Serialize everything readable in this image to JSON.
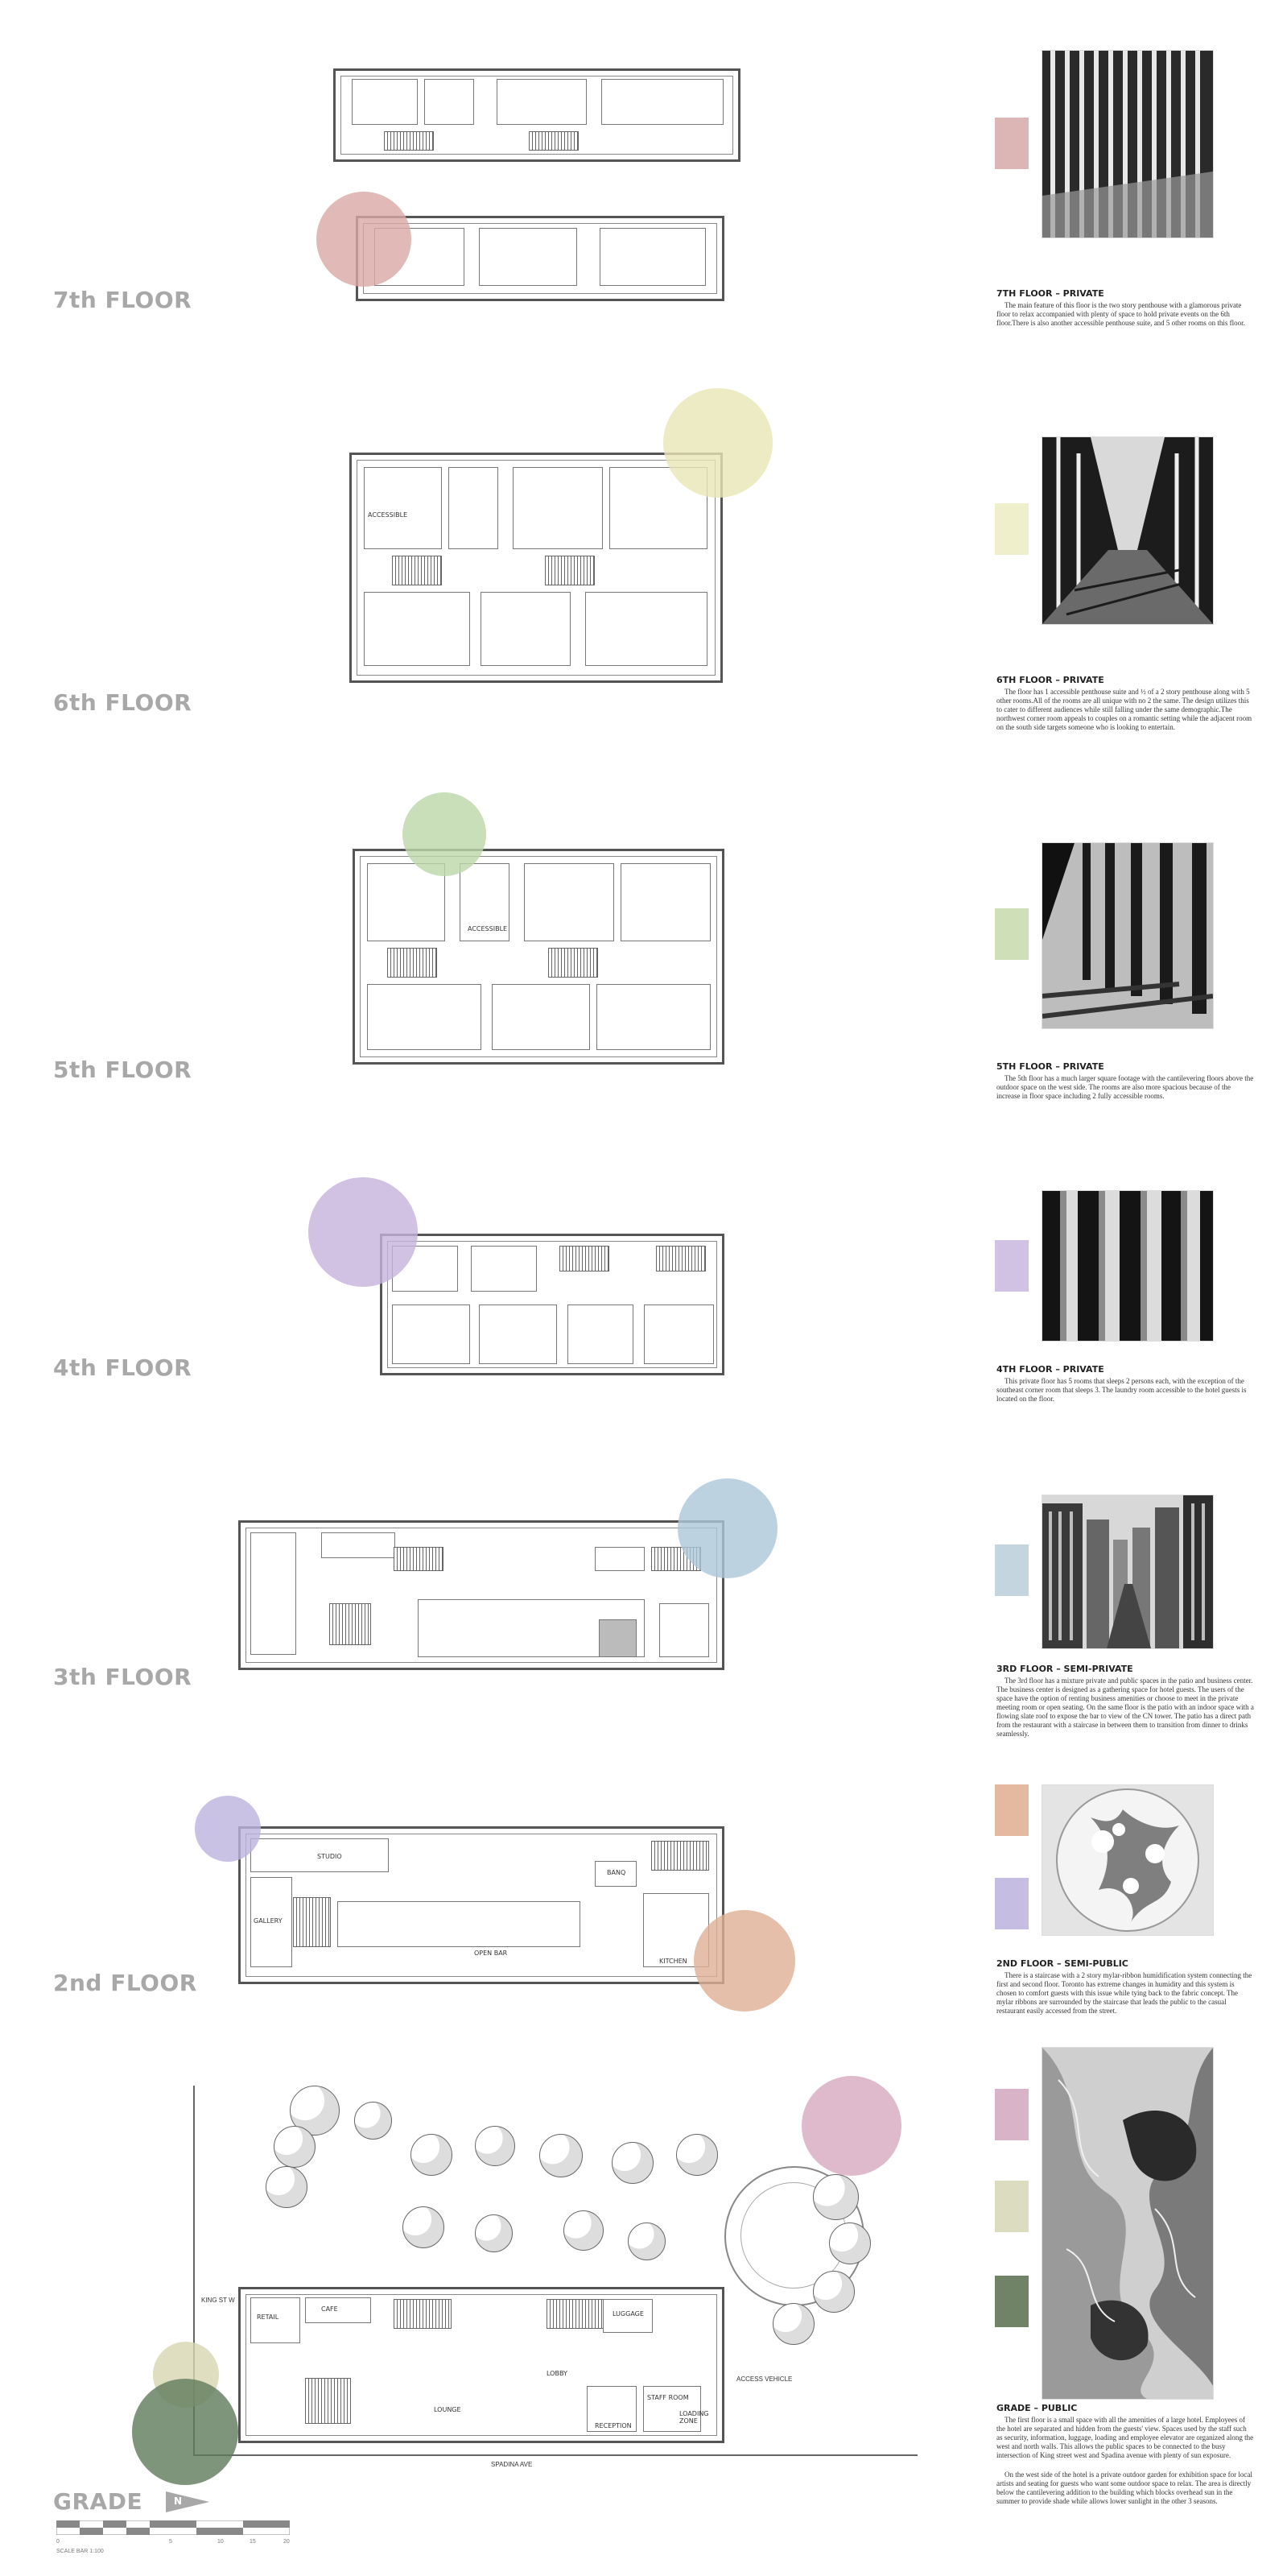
{
  "floors": {
    "seventh": {
      "label": "7th FLOOR",
      "caption_title": "7TH FLOOR – PRIVATE",
      "caption_body": "The main feature of this floor is the two story penthouse with a glamorous private floor to relax accompanied with plenty of space to hold private events on the 6th floor.There is also another accessible penthouse suite, and 5 other rooms on this floor.",
      "swatch_color": "#dcb6b4",
      "circle_color": "#d9a9a6"
    },
    "sixth": {
      "label": "6th FLOOR",
      "caption_title": "6TH FLOOR – PRIVATE",
      "caption_body": "The floor has 1 accessible penthouse suite and ½ of a 2 story penthouse along with 5 other rooms.All of the rooms are all unique with no 2 the same. The design utilizes this to cater to different audiences while still falling under the same demographic.The northwest corner room appeals to couples on a romantic setting while the adjacent room on the south side targets someone who is looking to entertain.",
      "swatch_color": "#f0efcc",
      "circle_color": "#e7e6b5",
      "plan_tag": "ACCESSIBLE"
    },
    "fifth": {
      "label": "5th FLOOR",
      "caption_title": "5TH FLOOR – PRIVATE",
      "caption_body": "The 5th floor has a much larger square footage with the cantilevering floors above the outdoor space on the west side. The rooms are also more spacious because of the increase in floor space including 2 fully accessible rooms.",
      "swatch_color": "#cfe0b9",
      "circle_color": "#bcd7a8",
      "plan_tag": "ACCESSIBLE"
    },
    "fourth": {
      "label": "4th FLOOR",
      "caption_title": "4TH FLOOR – PRIVATE",
      "caption_body": "This private floor has 5 rooms that sleeps 2 persons each, with the exception of the southeast corner room that sleeps 3. The laundry room accessible to the hotel guests is located on the floor.",
      "swatch_color": "#d1c1e2",
      "circle_color": "#c6b2dc"
    },
    "third": {
      "label": "3th FLOOR",
      "caption_title": "3RD FLOOR – SEMI-PRIVATE",
      "caption_body": "The 3rd floor has a mixture private and public spaces in the patio and business center. The business center is designed as a gathering space for hotel guests. The users of the space have the option of renting business amenities or choose to meet in the private meeting room or open seating. On the same floor is the patio with an indoor space with a flowing slate roof to expose the bar to view of the CN tower. The patio has a direct path from the restaurant with a staircase in between them to transition from dinner to drinks seamlessly.",
      "swatch_color": "#c4d5e0",
      "circle_color": "#adc7d8"
    },
    "second": {
      "label": "2nd FLOOR",
      "caption_title": "2ND FLOOR – SEMI-PUBLIC",
      "caption_body": "There is a staircase with a 2 story mylar-ribbon humidification system connecting the first and second floor. Toronto has extreme changes in humidity and this system is chosen to comfort guests with this issue while tying back to the fabric concept. The mylar ribbons are surrounded by the staircase that leads the public to the casual restaurant easily accessed from the street.",
      "swatch_color_a": "#e4b9a0",
      "swatch_color_b": "#c6bde2",
      "circle_color_a": "#bcb3de",
      "circle_color_b": "#dfaf94",
      "plan_tags": [
        "STUDIO",
        "GALLERY",
        "OPEN BAR",
        "BANQ",
        "KITCHEN"
      ]
    },
    "grade": {
      "label": "GRADE",
      "caption_title": "GRADE – PUBLIC",
      "caption_body_1": "The first floor is a small space with all the amenities of a large hotel. Employees of the hotel are separated and hidden from the guests' view. Spaces used by the staff such as security, information, luggage, loading and employee elevator are organized along the west and north walls. This allows the public spaces to be connected to the busy intersection of King street west and Spadina avenue with plenty of sun exposure.",
      "caption_body_2": "On the west side of the hotel is a private outdoor garden for exhibition space for local artists and seating for guests who want some outdoor space to relax. The area is directly below the cantilevering addition to the building which blocks overhead sun in the summer to provide shade while allows lower sunlight in the other 3 seasons.",
      "swatch_color_a": "#d9b3c8",
      "swatch_color_b": "#dcdcc0",
      "swatch_color_c": "#718367",
      "circle_color_a": "#d7a9c1",
      "circle_color_b": "#d7d6b2",
      "circle_color_c": "#5f7a5a",
      "plan_tags": [
        "CAFE",
        "RETAIL",
        "LOUNGE",
        "LOBBY",
        "LUGGAGE",
        "RECEPTION",
        "STAFF ROOM",
        "LOADING ZONE",
        "ACCESS VEHICLE",
        "KING ST W",
        "SPADINA AVE"
      ]
    }
  },
  "north_arrow": "N",
  "scale_bar_caption": "SCALE BAR 1:100",
  "scale_ticks": [
    "0",
    "5",
    "10",
    "15",
    "20"
  ]
}
